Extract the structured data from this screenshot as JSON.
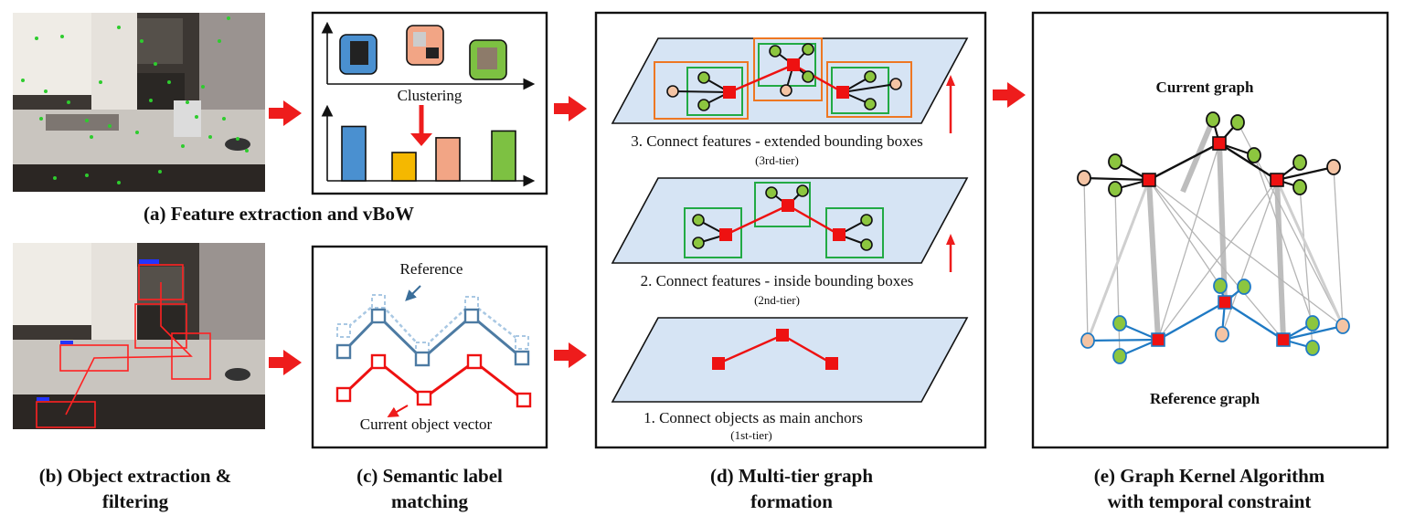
{
  "captions": {
    "a": "(a) Feature extraction and vBoW",
    "b_line1": "(b) Object extraction &",
    "b_line2": "filtering",
    "c_line1": "(c) Semantic label",
    "c_line2": "matching",
    "d_line1": "(d) Multi-tier graph",
    "d_line2": "formation",
    "e_line1": "(e) Graph Kernel Algorithm",
    "e_line2": "with temporal constraint"
  },
  "panel_a": {
    "cluster_label": "Clustering"
  },
  "panel_c": {
    "reference_label": "Reference",
    "current_label": "Current object vector"
  },
  "panel_d": {
    "tier3_label": "3. Connect features - extended bounding boxes",
    "tier3_sub": "(3rd-tier)",
    "tier2_label": "2. Connect features - inside bounding boxes",
    "tier2_sub": "(2nd-tier)",
    "tier1_label": "1.   Connect objects as main anchors",
    "tier1_sub": "(1st-tier)"
  },
  "panel_e": {
    "current_graph": "Current graph",
    "reference_graph": "Reference graph"
  },
  "colors": {
    "arrow": "#ee1c1c",
    "anchor": "#ee1111",
    "feature_green": "#8cc63f",
    "feature_peach": "#f4c4a4",
    "ref_blue": "#1f7ac4",
    "plane": "#d6e4f4",
    "box_green": "#22aa44",
    "box_orange": "#ee7722",
    "bar_blue": "#4a90d0",
    "bar_yellow": "#f5b800",
    "bar_peach": "#f2a585",
    "bar_green": "#7dc142"
  },
  "histogram": {
    "type": "bar",
    "values": [
      0.96,
      0.5,
      0.76,
      0.88
    ]
  }
}
